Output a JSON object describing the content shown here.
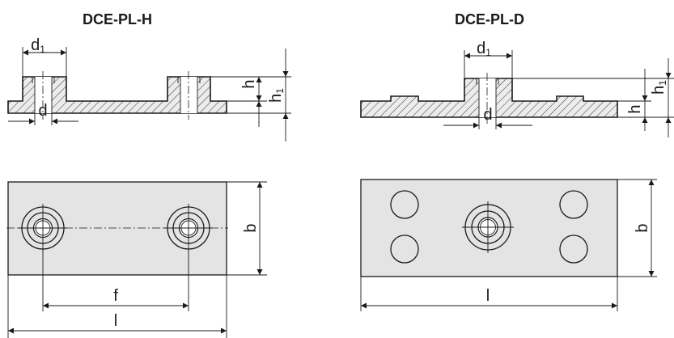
{
  "views": {
    "left_title": "DCE-PL-H",
    "right_title": "DCE-PL-D"
  },
  "dimensions": {
    "d1_main": "d",
    "d1_sub": "1",
    "d": "d",
    "h": "h",
    "h1_main": "h",
    "h1_sub": "1",
    "b": "b",
    "f": "f",
    "l": "l"
  }
}
